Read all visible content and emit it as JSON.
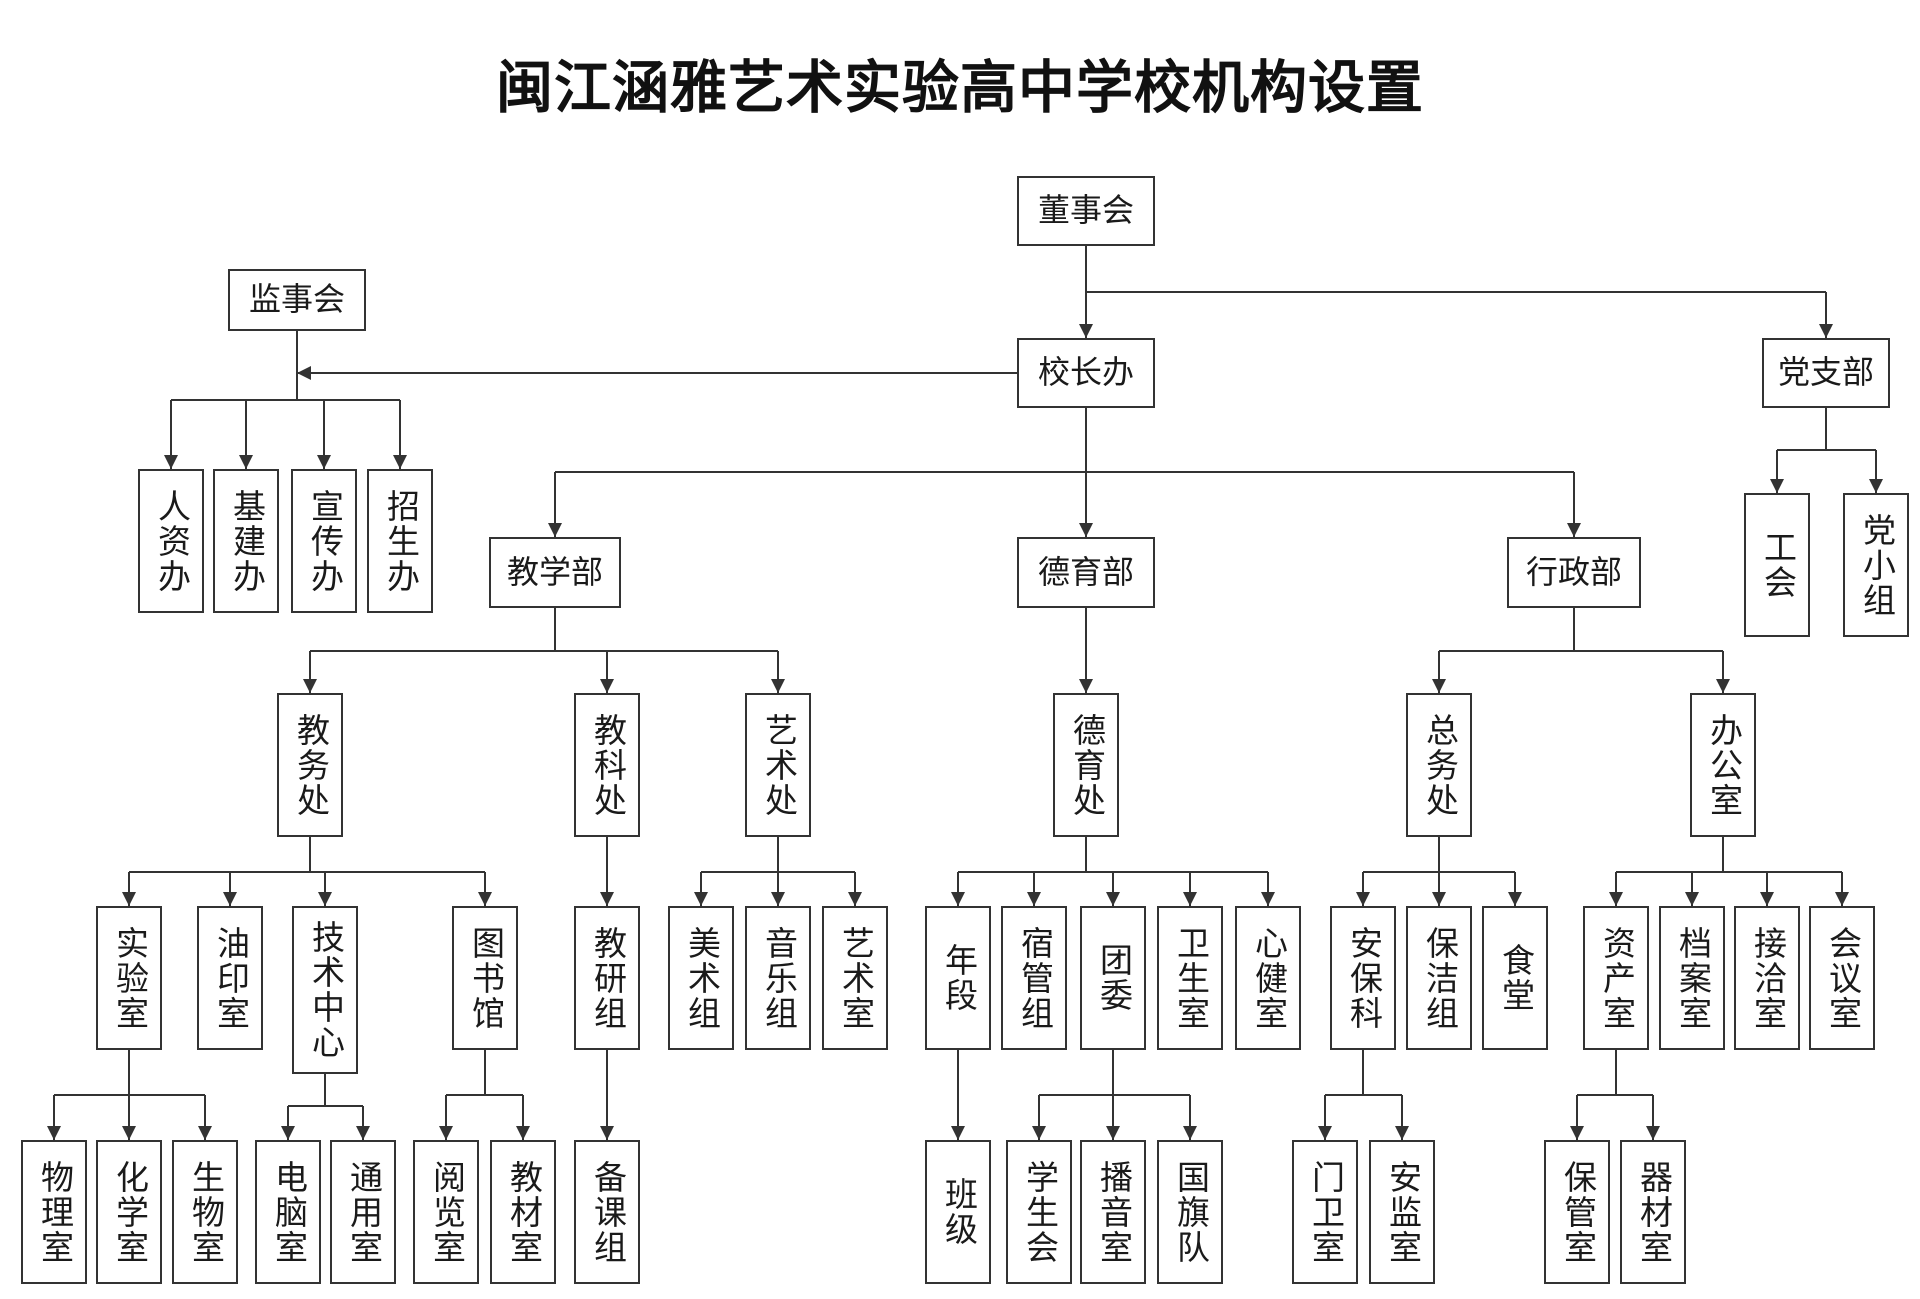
{
  "title": "闽江涵雅艺术实验高中学校机构设置",
  "colors": {
    "line": "#333333",
    "box_border": "#333333",
    "text": "#1a1a1a"
  },
  "nodes": {
    "dongshihui": "董事会",
    "jianshihui": "监事会",
    "xiaozhangban": "校长办",
    "dangzhibu": "党支部",
    "renziban": "人资办",
    "jijianban": "基建办",
    "xuanchuanban": "宣传办",
    "zhaoshengban": "招生办",
    "gonghui": "工会",
    "dangxiaozu": "党小组",
    "jiaoxuebu": "教学部",
    "deyubu": "德育部",
    "xingzhengbu": "行政部",
    "jiaowuchu": "教务处",
    "jiaokechu": "教科处",
    "yishuchu": "艺术处",
    "deyuchu": "德育处",
    "zongwuchu": "总务处",
    "bangongshi": "办公室",
    "shiyanshi": "实验室",
    "youyinshi": "油印室",
    "jishuzhongxin": "技术中心",
    "tushuguan": "图书馆",
    "jiaoyanzu": "教研组",
    "meishuzu": "美术组",
    "yinyuezu": "音乐组",
    "yishushi": "艺术室",
    "nianduan": "年段",
    "suguanzu": "宿管组",
    "tuanwei": "团委",
    "weishengshi": "卫生室",
    "xinjianshi": "心健室",
    "anbaoke": "安保科",
    "baojiezu": "保洁组",
    "shitang": "食堂",
    "zichanshi": "资产室",
    "danganshi": "档案室",
    "jieqiashi": "接洽室",
    "huiyishi": "会议室",
    "wulishi": "物理室",
    "huaxueshi": "化学室",
    "shengwushi": "生物室",
    "diannaoshi": "电脑室",
    "tongyongshi": "通用室",
    "yuelanshi": "阅览室",
    "jiaocaishi": "教材室",
    "beikezu": "备课组",
    "banji": "班级",
    "xueshenghui": "学生会",
    "boyinshi": "播音室",
    "guoqidui": "国旗队",
    "menweishi": "门卫室",
    "anjianshi": "安监室",
    "baoguanshi": "保管室",
    "qicaishi": "器材室"
  }
}
